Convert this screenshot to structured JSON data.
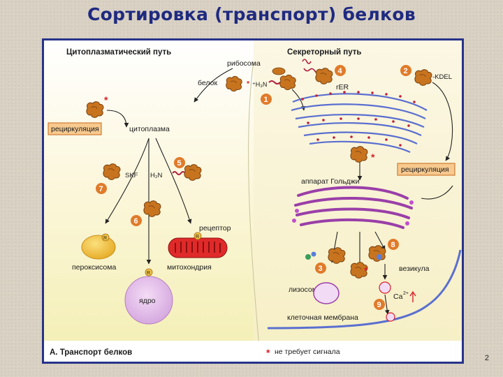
{
  "slide_title": "Сортировка (транспорт) белков",
  "page_number": "2",
  "diagram": {
    "left_header": "Цитоплазматический путь",
    "right_header": "Секреторный путь",
    "labels": {
      "ribosome": "рибосома",
      "protein": "белок",
      "h3n": "⁺H₃N",
      "recirculation_left": "рециркуляция",
      "cytoplasm": "цитоплазма",
      "skf": "SKF",
      "h2n": "H₂N",
      "receptor": "рецептор",
      "peroxisome": "пероксисома",
      "mitochondria": "митохондрия",
      "nucleus": "ядро",
      "r": "R",
      "kdel": "-KDEL",
      "rer": "rER",
      "recirculation_right": "рециркуляция",
      "golgi": "аппарат Гольджи",
      "vesicle": "везикула",
      "lysosome": "лизосома",
      "ca": "Ca",
      "ca_sup": "2+",
      "cell_membrane": "клеточная мембрана",
      "footer_title": "А. Транспорт белков",
      "no_signal": "не требует сигнала",
      "star": "*"
    },
    "numbers": [
      "1",
      "2",
      "3",
      "4",
      "5",
      "6",
      "7",
      "8",
      "9"
    ],
    "colors": {
      "frame": "#27338a",
      "title": "#1f2a80",
      "protein": "#c8741f",
      "step_circle": "#e07b2a",
      "star": "#d9202a",
      "peroxisome": "#f3c446",
      "mitochondria": "#e02a2a",
      "nucleus": "#e8c4ee",
      "membrane": "#5a6fd0",
      "recirculation_box": "#f7c98e"
    }
  }
}
